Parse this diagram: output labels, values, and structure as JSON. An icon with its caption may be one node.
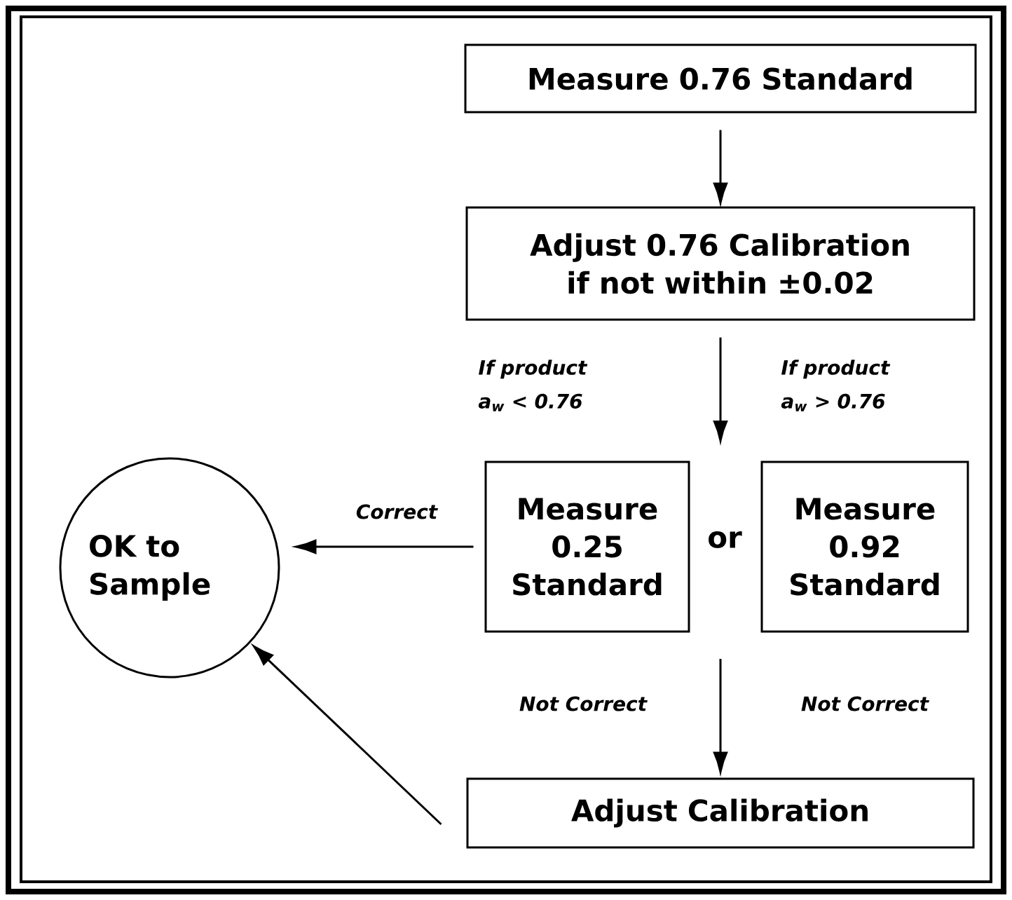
{
  "diagram": {
    "nodes": [
      {
        "text": [
          "Measure 0.76 Standard"
        ]
      },
      {
        "text": [
          "Adjust 0.76 Calibration if not within ±0.02"
        ]
      },
      {
        "text": [
          "Measure 0.25 Standard"
        ]
      },
      {
        "text": [
          "Measure 0.92 Standard"
        ]
      },
      {
        "text": [
          "OK to Sample"
        ]
      },
      {
        "text": [
          "Adjust Calibration"
        ]
      }
    ],
    "edges": [
      {
        "from": 0,
        "to": 1,
        "arrow": "to"
      },
      {
        "from": 1,
        "to": null,
        "arrow": "to"
      },
      {
        "from": 2,
        "to": 4,
        "arrow": "to",
        "label": "Correct"
      },
      {
        "from": null,
        "to": 5,
        "arrow": "to"
      },
      {
        "from": 5,
        "to": 4,
        "arrow": "to"
      }
    ],
    "labels": [
      "If product a$_{w}$ < 0.76",
      "If product a$_{w}$ > 0.76",
      "or",
      "Not Correct",
      "Not Correct"
    ]
  }
}
